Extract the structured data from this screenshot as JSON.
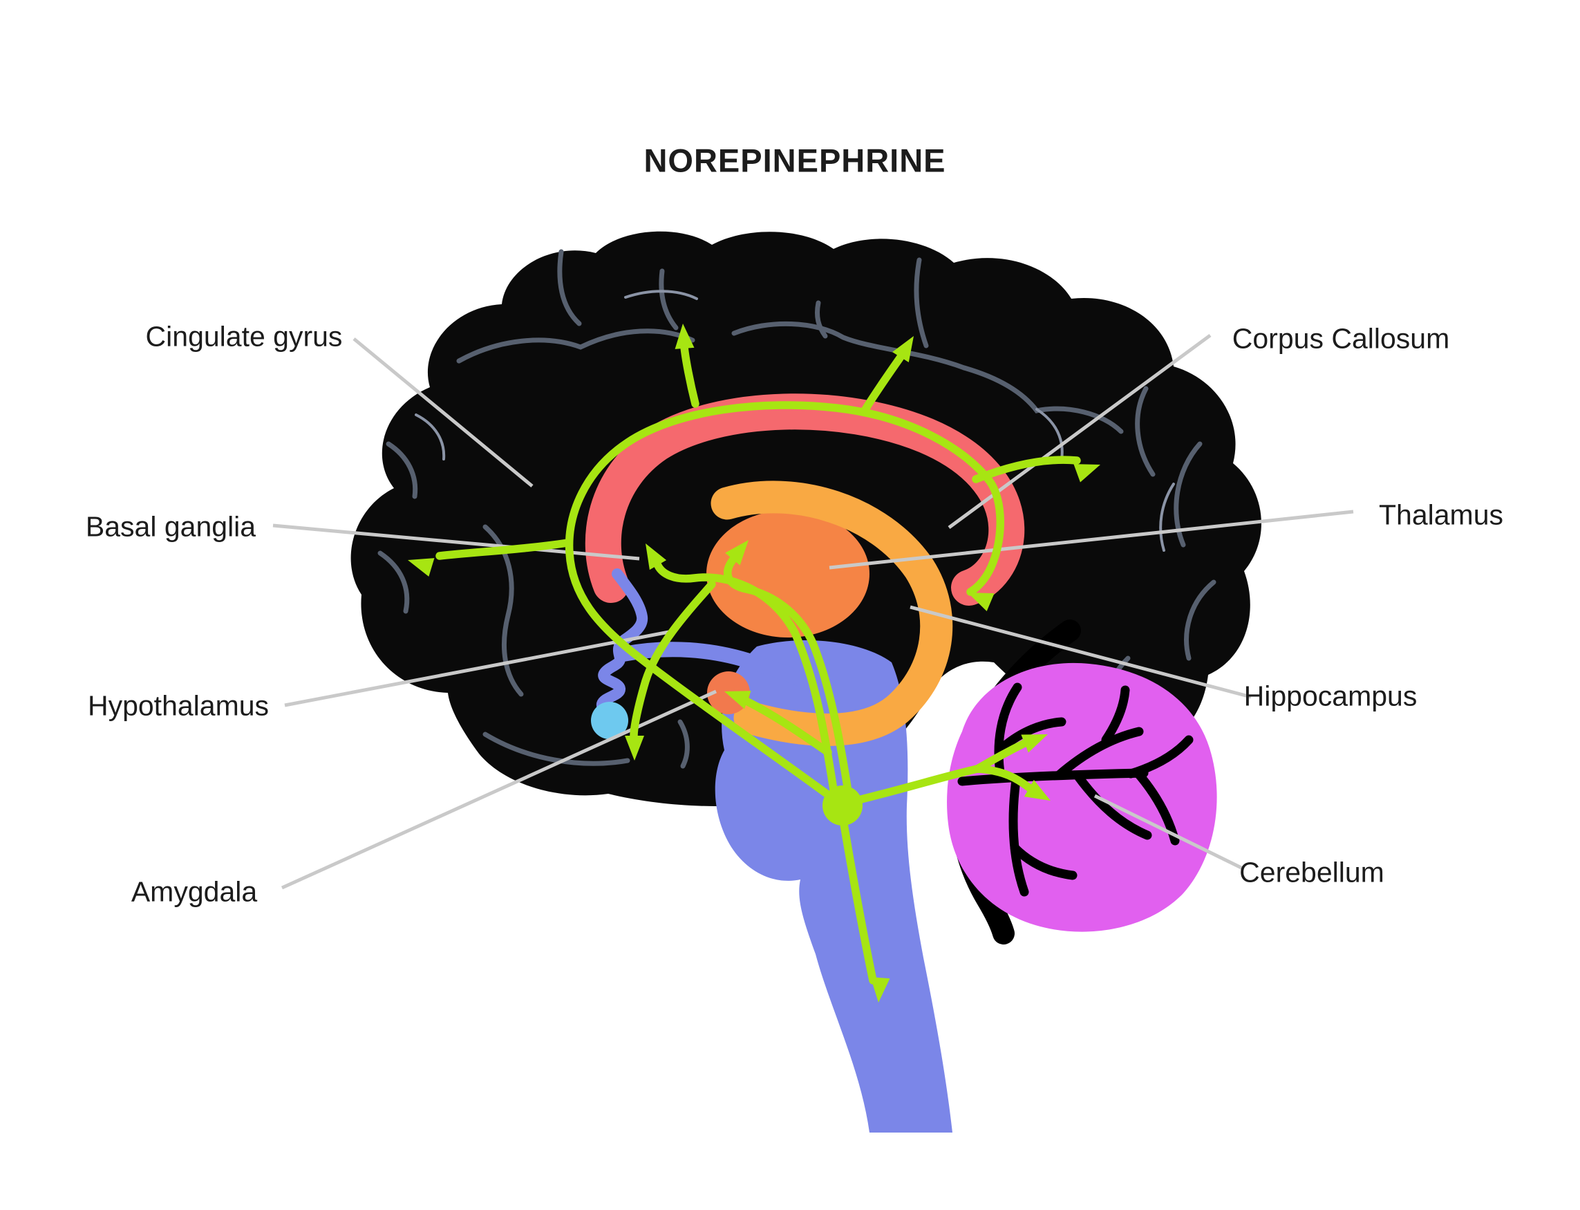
{
  "title": "NOREPINEPHRINE",
  "labels": {
    "left": [
      {
        "id": "cingulate-gyrus",
        "text": "Cingulate gyrus"
      },
      {
        "id": "basal-ganglia",
        "text": "Basal ganglia"
      },
      {
        "id": "hypothalamus",
        "text": "Hypothalamus"
      },
      {
        "id": "amygdala",
        "text": "Amygdala"
      }
    ],
    "right": [
      {
        "id": "corpus-callosum",
        "text": "Corpus Callosum"
      },
      {
        "id": "thalamus",
        "text": "Thalamus"
      },
      {
        "id": "hippocampus",
        "text": "Hippocampus"
      },
      {
        "id": "cerebellum",
        "text": "Cerebellum"
      }
    ]
  },
  "colors": {
    "background": "#ffffff",
    "brain": "#0a0a0a",
    "sulci": "#57606f",
    "sulci_light": "#8b94a6",
    "corpus_callosum": "#f5696e",
    "hippocampus_arc": "#f9a943",
    "thalamus": "#f58445",
    "amygdala": "#f2794d",
    "brainstem": "#7b86e8",
    "pituitary": "#6ec9ef",
    "cerebellum": "#e160ef",
    "pathway": "#a7e512",
    "leader_line": "#c9c9c9",
    "text": "#1c1c1c"
  }
}
